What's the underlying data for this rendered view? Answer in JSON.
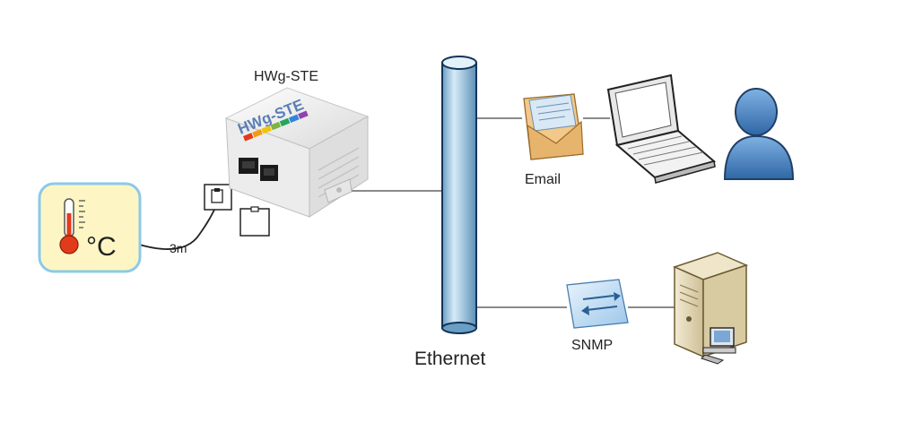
{
  "device": {
    "title": "HWg-STE",
    "logo_text": "HWg-STE"
  },
  "sensor": {
    "unit": "°C",
    "cable_length": "3m"
  },
  "network": {
    "label": "Ethernet"
  },
  "email": {
    "label": "Email"
  },
  "snmp": {
    "label": "SNMP"
  },
  "colors": {
    "pipe": "#a8cde6",
    "sensor_bg": "#fdf6c4",
    "thermometer": "#e23b1b",
    "envelope": "#f2c98a",
    "user": "#4f86c6"
  }
}
